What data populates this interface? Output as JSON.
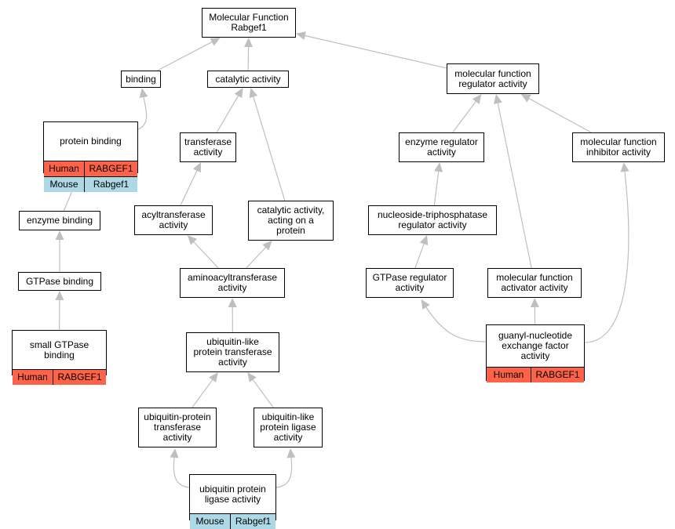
{
  "colors": {
    "human": "#ff6347",
    "mouse": "#add8e6",
    "edge": "#bfbfbf"
  },
  "nodes": [
    {
      "id": "root",
      "lines": [
        "Molecular Function",
        "Rabgef1"
      ]
    },
    {
      "id": "binding",
      "lines": [
        "binding"
      ]
    },
    {
      "id": "catalytic",
      "lines": [
        "catalytic activity"
      ]
    },
    {
      "id": "mfreg",
      "lines": [
        "molecular function",
        "regulator activity"
      ]
    },
    {
      "id": "protbind",
      "lines": [
        "protein binding"
      ],
      "annotations": [
        [
          "Human",
          "RABGEF1"
        ],
        [
          "Mouse",
          "Rabgef1"
        ]
      ]
    },
    {
      "id": "transferase",
      "lines": [
        "transferase",
        "activity"
      ]
    },
    {
      "id": "enzreg",
      "lines": [
        "enzyme regulator",
        "activity"
      ]
    },
    {
      "id": "mfinhib",
      "lines": [
        "molecular function",
        "inhibitor activity"
      ]
    },
    {
      "id": "enzbind",
      "lines": [
        "enzyme binding"
      ]
    },
    {
      "id": "acyl",
      "lines": [
        "acyltransferase",
        "activity"
      ]
    },
    {
      "id": "catprot",
      "lines": [
        "catalytic activity,",
        "acting on a",
        "protein"
      ]
    },
    {
      "id": "ntpreg",
      "lines": [
        "nucleoside-triphosphatase",
        "regulator activity"
      ]
    },
    {
      "id": "gtpbind",
      "lines": [
        "GTPase binding"
      ]
    },
    {
      "id": "aminoacyl",
      "lines": [
        "aminoacyltransferase",
        "activity"
      ]
    },
    {
      "id": "gtpreg",
      "lines": [
        "GTPase regulator",
        "activity"
      ]
    },
    {
      "id": "mfact",
      "lines": [
        "molecular function",
        "activator activity"
      ]
    },
    {
      "id": "smallgtp",
      "lines": [
        "small GTPase",
        "binding"
      ],
      "annotations": [
        [
          "Human",
          "RABGEF1"
        ]
      ]
    },
    {
      "id": "ublike",
      "lines": [
        "ubiquitin-like",
        "protein transferase",
        "activity"
      ]
    },
    {
      "id": "gef",
      "lines": [
        "guanyl-nucleotide",
        "exchange factor",
        "activity"
      ],
      "annotations": [
        [
          "Human",
          "RABGEF1"
        ]
      ]
    },
    {
      "id": "ubprot",
      "lines": [
        "ubiquitin-protein",
        "transferase",
        "activity"
      ]
    },
    {
      "id": "ublig",
      "lines": [
        "ubiquitin-like",
        "protein ligase",
        "activity"
      ]
    },
    {
      "id": "ubligase",
      "lines": [
        "ubiquitin protein",
        "ligase activity"
      ],
      "annotations": [
        [
          "Mouse",
          "Rabgef1"
        ]
      ]
    }
  ],
  "edges": [
    [
      "binding",
      "root"
    ],
    [
      "catalytic",
      "root"
    ],
    [
      "mfreg",
      "root"
    ],
    [
      "protbind",
      "binding"
    ],
    [
      "transferase",
      "catalytic"
    ],
    [
      "catprot",
      "catalytic"
    ],
    [
      "enzreg",
      "mfreg"
    ],
    [
      "mfinhib",
      "mfreg"
    ],
    [
      "mfact",
      "mfreg"
    ],
    [
      "enzbind",
      "protbind"
    ],
    [
      "acyl",
      "transferase"
    ],
    [
      "ntpreg",
      "enzreg"
    ],
    [
      "gtpbind",
      "enzbind"
    ],
    [
      "aminoacyl",
      "acyl"
    ],
    [
      "aminoacyl",
      "catprot"
    ],
    [
      "gtpreg",
      "ntpreg"
    ],
    [
      "smallgtp",
      "gtpbind"
    ],
    [
      "ublike",
      "aminoacyl"
    ],
    [
      "gef",
      "gtpreg"
    ],
    [
      "gef",
      "mfact"
    ],
    [
      "gef",
      "mfinhib"
    ],
    [
      "ubprot",
      "ublike"
    ],
    [
      "ublig",
      "ublike"
    ],
    [
      "ubligase",
      "ubprot"
    ],
    [
      "ubligase",
      "ublig"
    ]
  ]
}
